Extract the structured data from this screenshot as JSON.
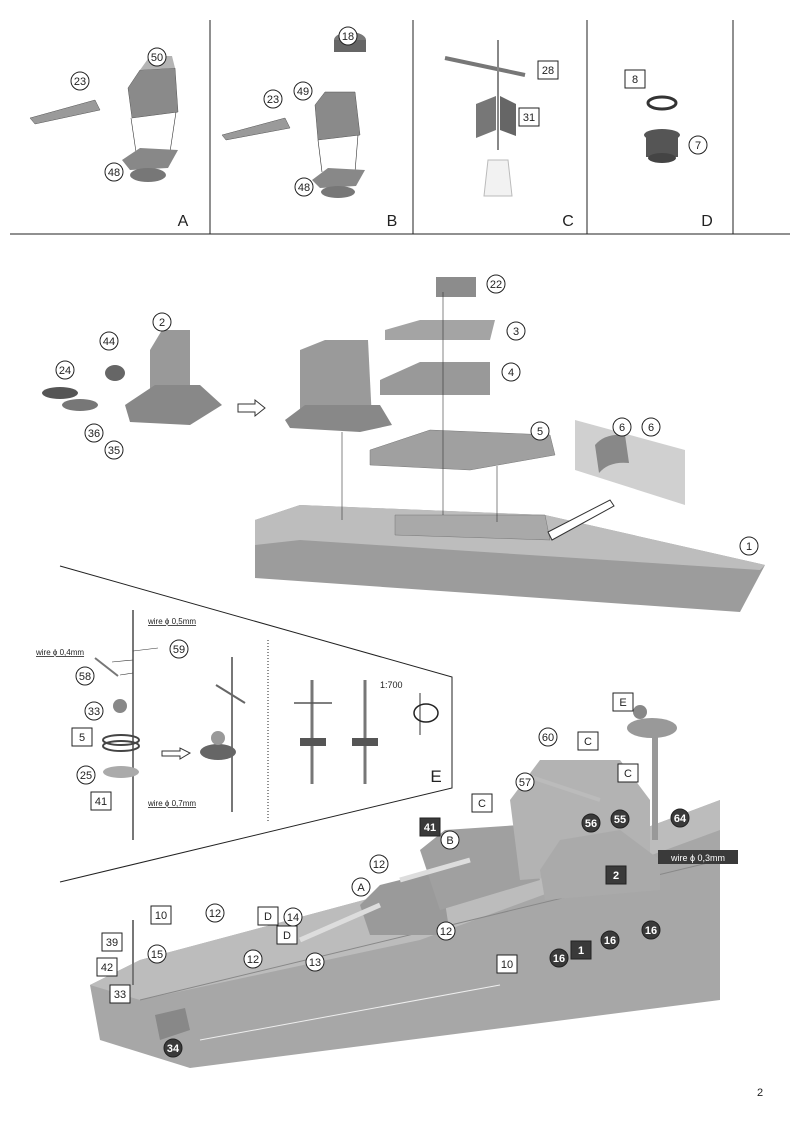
{
  "page_number": "2",
  "colors": {
    "part_gray": "#8e8e8e",
    "deck_gray": "#a8a8a8",
    "dark_label": "#3a3a3a",
    "line": "#222222"
  },
  "panels": [
    {
      "letter": "A",
      "callouts": [
        "50",
        "23",
        "48"
      ]
    },
    {
      "letter": "B",
      "callouts": [
        "18",
        "49",
        "23",
        "48"
      ]
    },
    {
      "letter": "C",
      "callouts": [
        "28",
        "31"
      ]
    },
    {
      "letter": "D",
      "callouts": [
        "8",
        "7"
      ]
    }
  ],
  "main_assembly": {
    "callouts": [
      "22",
      "3",
      "4",
      "5",
      "6",
      "6",
      "1",
      "2",
      "44",
      "24",
      "36",
      "35"
    ]
  },
  "detail_e": {
    "letter": "E",
    "scale": "1:700",
    "wire_labels": [
      "wire ϕ 0,5mm",
      "wire ϕ 0,4mm",
      "wire ϕ 0,7mm"
    ],
    "callouts": [
      "59",
      "58",
      "33",
      "5",
      "25",
      "41"
    ]
  },
  "final_assembly": {
    "wire_label": "wire ϕ 0,3mm",
    "callouts": [
      "E",
      "60",
      "C",
      "C",
      "57",
      "C",
      "41",
      "56",
      "55",
      "64",
      "B",
      "12",
      "2",
      "A",
      "10",
      "12",
      "D",
      "14",
      "D",
      "12",
      "10",
      "39",
      "15",
      "12",
      "13",
      "16",
      "1",
      "16",
      "16",
      "42",
      "33",
      "34"
    ]
  }
}
